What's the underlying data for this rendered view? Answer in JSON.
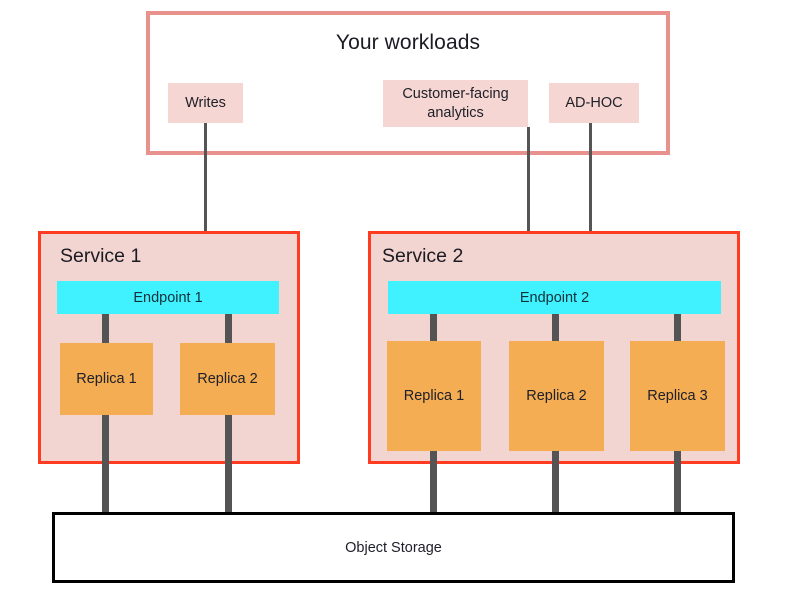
{
  "diagram": {
    "title": "Your workloads",
    "workloads": [
      {
        "id": "writes",
        "label": "Writes"
      },
      {
        "id": "customer-facing-analytics",
        "label": "Customer-facing analytics"
      },
      {
        "id": "ad-hoc",
        "label": "AD-HOC"
      }
    ],
    "services": [
      {
        "id": "service-1",
        "title": "Service 1",
        "endpoint": "Endpoint 1",
        "replicas": [
          "Replica 1",
          "Replica 2"
        ]
      },
      {
        "id": "service-2",
        "title": "Service 2",
        "endpoint": "Endpoint 2",
        "replicas": [
          "Replica 1",
          "Replica 2",
          "Replica 3"
        ]
      }
    ],
    "storage": {
      "label": "Object Storage"
    },
    "colors": {
      "workloads_border": "#e8918d",
      "workload_chip_fill": "#f5d6d2",
      "service_border": "#ff3b22",
      "service_fill": "#f2d4d0",
      "endpoint_fill": "#40f2ff",
      "replica_fill": "#f4ad52",
      "storage_border": "#000000",
      "connector": "#545454",
      "arrow": "#555555"
    }
  }
}
